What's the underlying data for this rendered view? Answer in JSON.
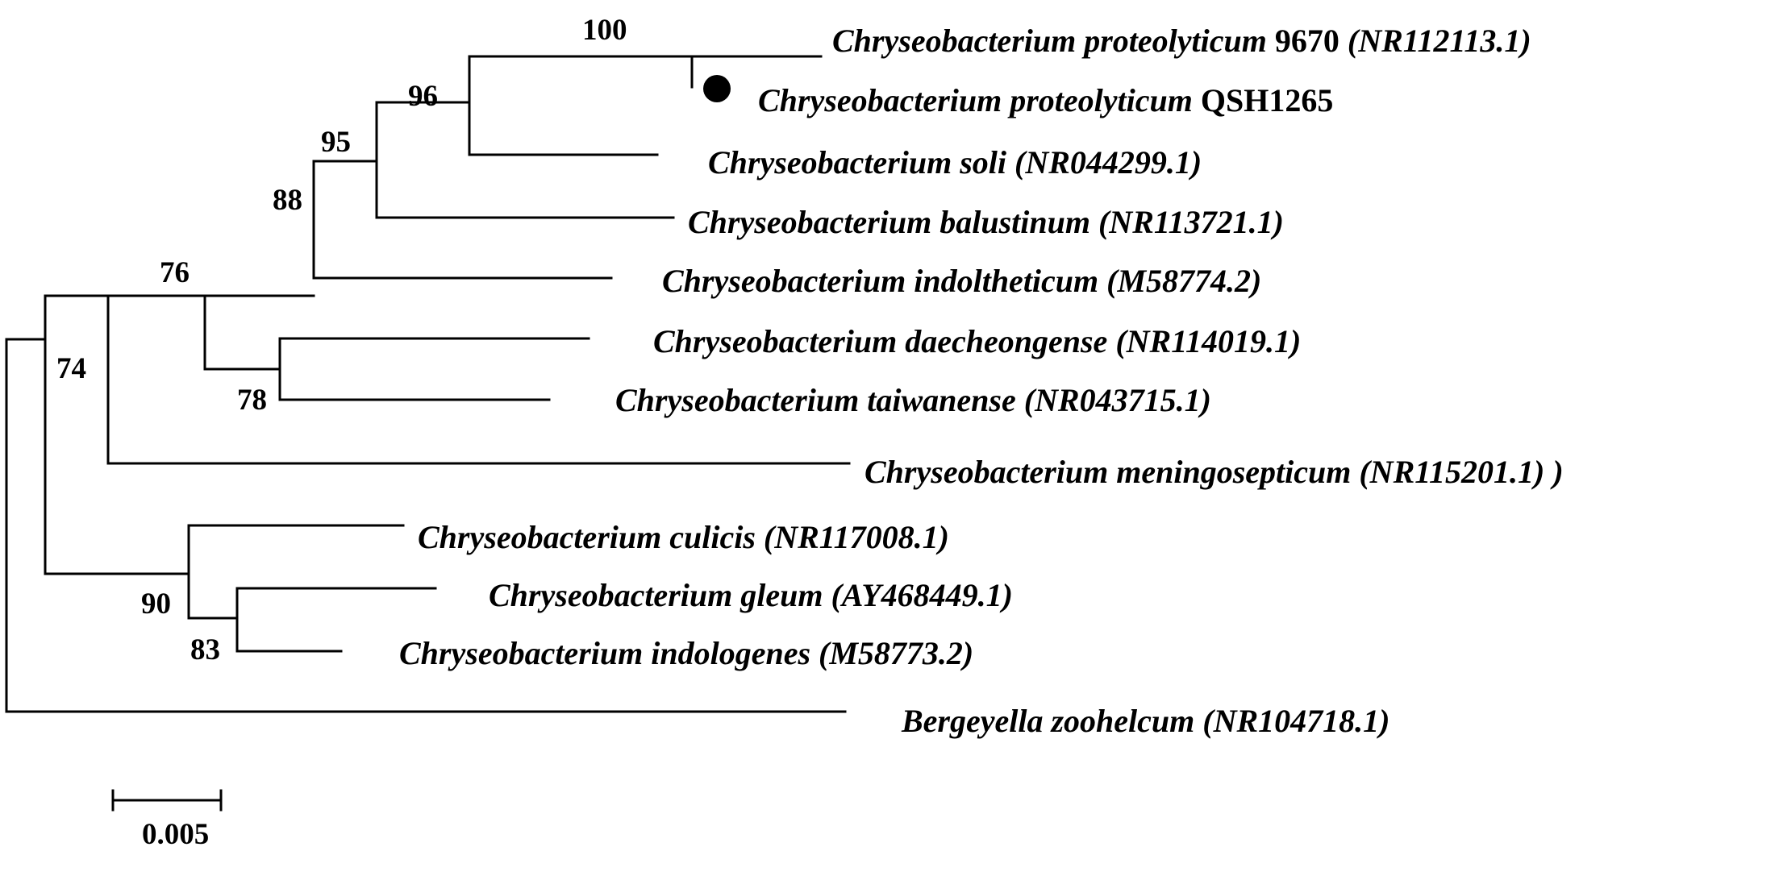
{
  "tree": {
    "taxa": [
      {
        "id": "t1",
        "species": "Chryseobacterium proteolyticum",
        "strain": " 9670 ",
        "accession": "(NR112113.1)",
        "marked": false
      },
      {
        "id": "t2",
        "species": "Chryseobacterium proteolyticum",
        "strain": " QSH1265",
        "accession": "",
        "marked": true
      },
      {
        "id": "t3",
        "species": "Chryseobacterium soli",
        "strain": "",
        "accession": " (NR044299.1)",
        "marked": false
      },
      {
        "id": "t4",
        "species": "Chryseobacterium balustinum",
        "strain": "",
        "accession": " (NR113721.1)",
        "marked": false
      },
      {
        "id": "t5",
        "species": "Chryseobacterium indoltheticum",
        "strain": "",
        "accession": " (M58774.2)",
        "marked": false
      },
      {
        "id": "t6",
        "species": "Chryseobacterium daecheongense",
        "strain": "",
        "accession": " (NR114019.1)",
        "marked": false
      },
      {
        "id": "t7",
        "species": "Chryseobacterium taiwanense",
        "strain": "",
        "accession": " (NR043715.1)",
        "marked": false
      },
      {
        "id": "t8",
        "species": "Chryseobacterium meningosepticum",
        "strain": "",
        "accession": " (NR115201.1) )",
        "marked": false
      },
      {
        "id": "t9",
        "species": "Chryseobacterium culicis",
        "strain": "",
        "accession": " (NR117008.1)",
        "marked": false
      },
      {
        "id": "t10",
        "species": "Chryseobacterium gleum",
        "strain": "",
        "accession": " (AY468449.1)",
        "marked": false
      },
      {
        "id": "t11",
        "species": "Chryseobacterium indologenes",
        "strain": "",
        "accession": " (M58773.2)",
        "marked": false
      },
      {
        "id": "t12",
        "species": "Bergeyella zoohelcum",
        "strain": "",
        "accession": " (NR104718.1)",
        "marked": false
      }
    ],
    "bootstrap": {
      "n100": "100",
      "n96": "96",
      "n95": "95",
      "n88": "88",
      "n76": "76",
      "n78": "78",
      "n74": "74",
      "n90": "90",
      "n83": "83"
    },
    "scale_bar_label": "0.005",
    "marker_color": "#000000"
  }
}
